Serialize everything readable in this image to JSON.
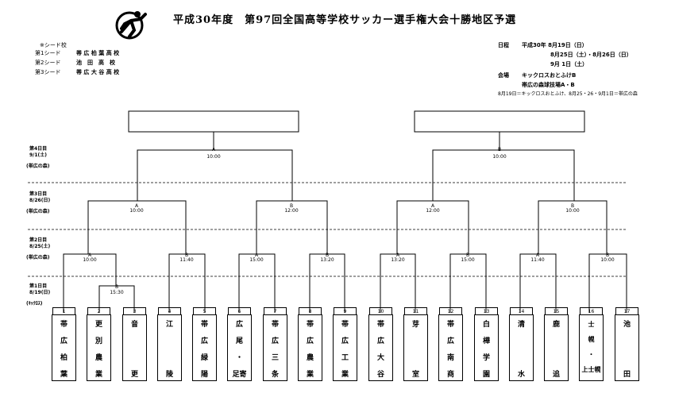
{
  "header": {
    "title": "平成30年度　第97回全国高等学校サッカー選手権大会十勝地区予選"
  },
  "seeds": {
    "heading": "※シード校",
    "rows": [
      {
        "label": "第1シード",
        "school": "帯 広 柏 葉 高 校"
      },
      {
        "label": "第2シード",
        "school": "池　田　高　校"
      },
      {
        "label": "第3シード",
        "school": "帯 広 大 谷 高 校"
      }
    ]
  },
  "schedule": {
    "date_label": "日程",
    "dates": [
      "平成30年 8月19日（日）",
      "8月25日（土）・8月26日（日）",
      "9月 1日（土）"
    ],
    "venue_label": "会場",
    "venues": [
      "キックロスおとふけB",
      "帯広の森球技場A・B"
    ],
    "note": "8月19日＝キックロスおとふけ、8月25・26・9月1日＝帯広の森"
  },
  "days": [
    {
      "day": "第4日目",
      "date": "9/1(土)",
      "venue": "(帯広の森)"
    },
    {
      "day": "第3日目",
      "date": "8/26(日)",
      "venue": "(帯広の森)"
    },
    {
      "day": "第2日目",
      "date": "8/25(土)",
      "venue": "(帯広の森)"
    },
    {
      "day": "第1日目",
      "date": "8/19(日)",
      "venue": "(ｷｯｸﾛｽ)"
    }
  ],
  "matches": {
    "final_left": {
      "court": "A",
      "time": "10:00"
    },
    "final_right": {
      "court": "B",
      "time": "10:00"
    },
    "r3": [
      {
        "court": "A",
        "time": "10:00"
      },
      {
        "court": "B",
        "time": "12:00"
      },
      {
        "court": "A",
        "time": "12:00"
      },
      {
        "court": "B",
        "time": "10:00"
      }
    ],
    "r2": [
      {
        "court": "A",
        "time": "10:00"
      },
      {
        "court": "B",
        "time": "11:40"
      },
      {
        "court": "A",
        "time": "15:00"
      },
      {
        "court": "B",
        "time": "13:20"
      },
      {
        "court": "A",
        "time": "13:20"
      },
      {
        "court": "B",
        "time": "15:00"
      },
      {
        "court": "A",
        "time": "11:40"
      },
      {
        "court": "B",
        "time": "10:00"
      }
    ],
    "r1": {
      "court": "B",
      "time": "15:30"
    }
  },
  "teams": [
    {
      "num": "1",
      "name": "帯\n広\n柏\n葉"
    },
    {
      "num": "2",
      "name": "更\n別\n農\n業"
    },
    {
      "num": "3",
      "name": "音\n\n\n更"
    },
    {
      "num": "4",
      "name": "江\n\n\n陵"
    },
    {
      "num": "5",
      "name": "帯\n広\n緑\n陽"
    },
    {
      "num": "6",
      "name": "広\n尾\n・\n足寄"
    },
    {
      "num": "7",
      "name": "帯\n広\n三\n条"
    },
    {
      "num": "8",
      "name": "帯\n広\n農\n業"
    },
    {
      "num": "9",
      "name": "帯\n広\n工\n業"
    },
    {
      "num": "10",
      "name": "帯\n広\n大\n谷"
    },
    {
      "num": "11",
      "name": "芽\n\n\n室"
    },
    {
      "num": "12",
      "name": "帯\n広\n南\n商"
    },
    {
      "num": "13",
      "name": "白\n樺\n学\n園"
    },
    {
      "num": "14",
      "name": "清\n\n\n水"
    },
    {
      "num": "15",
      "name": "鹿\n\n\n追"
    },
    {
      "num": "16",
      "name": "士\n幌\n・\n上士幌"
    },
    {
      "num": "17",
      "name": "池\n\n\n田"
    }
  ]
}
